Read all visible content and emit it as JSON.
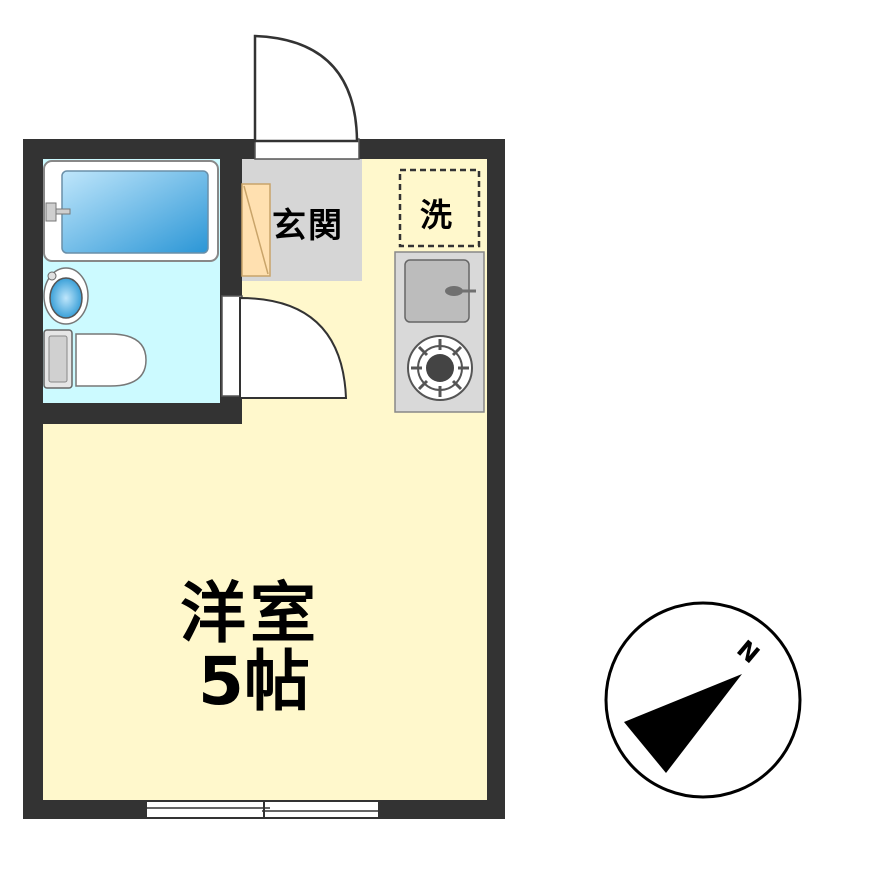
{
  "rooms": {
    "entrance": {
      "label": "玄関"
    },
    "washer": {
      "label": "洗"
    },
    "western_room": {
      "name": "洋室",
      "size": "5帖"
    }
  },
  "compass": {
    "north_label": "N"
  },
  "colors": {
    "wall": "#333333",
    "room_fill": "#fff8cc",
    "bath_fill": "#ccfaff",
    "entrance_fill": "#d6d6d6",
    "shoe_box": "#ffe0b0",
    "kitchen": "#d9d9d9",
    "tub_water": "#3aa0d8"
  }
}
